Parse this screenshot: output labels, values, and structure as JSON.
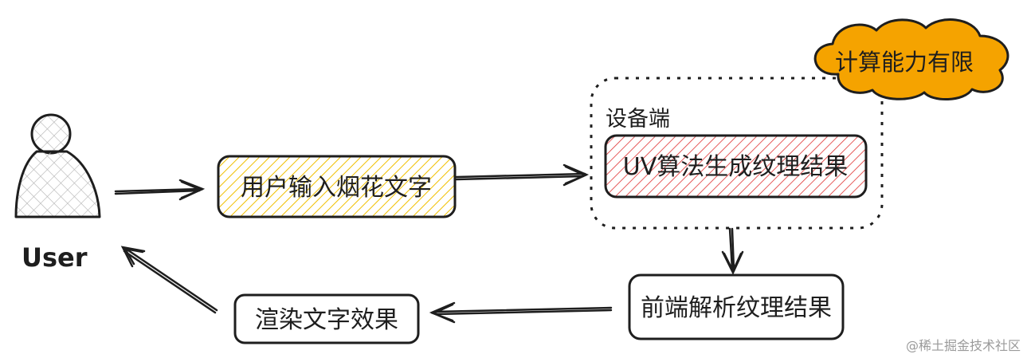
{
  "user": {
    "label": "User"
  },
  "nodes": {
    "input": {
      "label": "用户输入烟花文字",
      "color": "#f0c000"
    },
    "device_group": {
      "label": "设备端"
    },
    "uv_algo": {
      "label": "UV算法生成纹理结果",
      "color": "#e03131"
    },
    "frontend_parse": {
      "label": "前端解析纹理结果"
    },
    "render": {
      "label": "渲染文字效果"
    }
  },
  "cloud": {
    "label": "计算能力有限",
    "color": "#f5a300"
  },
  "watermark": {
    "text": "@稀土掘金技术社区"
  }
}
